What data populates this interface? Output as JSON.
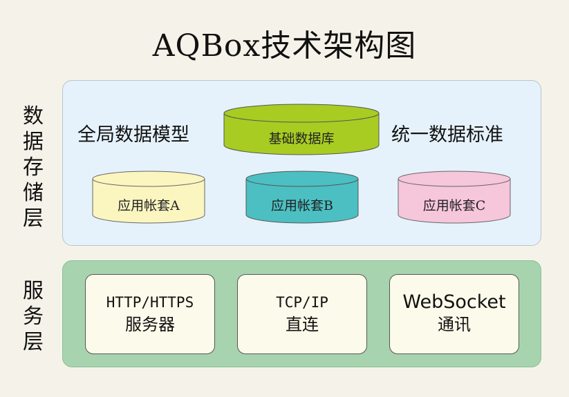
{
  "title": "AQBox技术架构图",
  "layers": {
    "storage": {
      "label": "数据存储层",
      "left_text": "全局数据模型",
      "right_text": "统一数据标准",
      "base_db": {
        "label": "基础数据库",
        "color": "#a8cc22"
      },
      "accounts": [
        {
          "label": "应用帐套A",
          "color": "#fbf5c0"
        },
        {
          "label": "应用帐套B",
          "color": "#4cbfc2"
        },
        {
          "label": "应用帐套C",
          "color": "#f6c6da"
        }
      ]
    },
    "service": {
      "label": "服务层",
      "boxes": [
        {
          "line1": "HTTP/HTTPS",
          "line2": "服务器"
        },
        {
          "line1": "TCP/IP",
          "line2": "直连"
        },
        {
          "line1": "WebSocket",
          "line2": "通讯"
        }
      ]
    }
  },
  "colors": {
    "background": "#f5f3e9",
    "storage_panel": "#e6f2fb",
    "service_panel": "#a7d4ae",
    "service_box": "#fcfaea"
  }
}
